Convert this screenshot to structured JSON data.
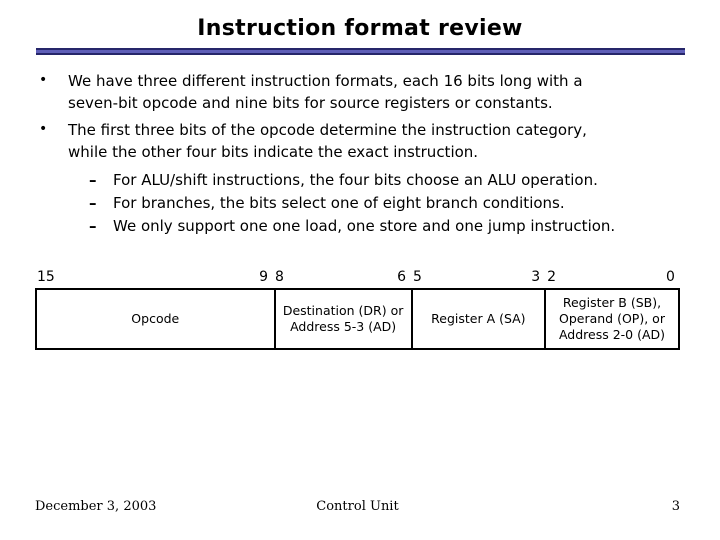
{
  "slide": {
    "title": "Instruction format review",
    "bullets": [
      {
        "level": 1,
        "marker": "•",
        "text": "We have three different instruction formats, each 16 bits long with a seven-bit opcode and nine bits for source registers or constants."
      },
      {
        "level": 1,
        "marker": "•",
        "text": "The first three bits of the opcode determine the instruction category, while the other four bits indicate the exact instruction."
      },
      {
        "level": 2,
        "marker": "–",
        "text": "For ALU/shift instructions, the four bits choose an ALU operation."
      },
      {
        "level": 2,
        "marker": "–",
        "text": "For branches, the bits select one of eight branch conditions."
      },
      {
        "level": 2,
        "marker": "–",
        "text": "We only support one one load, one store and one jump instruction."
      }
    ],
    "diagram": {
      "fields": [
        {
          "bit_high": "15",
          "bit_low": "9",
          "label": "Opcode"
        },
        {
          "bit_high": "8",
          "bit_low": "6",
          "label": "Destination (DR) or Address 5-3 (AD)"
        },
        {
          "bit_high": "5",
          "bit_low": "3",
          "label": "Register A (SA)"
        },
        {
          "bit_high": "2",
          "bit_low": "0",
          "label": "Register B (SB), Operand (OP), or Address 2-0 (AD)"
        }
      ]
    },
    "footer": {
      "date": "December 3, 2003",
      "center": "Control Unit",
      "page": "3"
    },
    "colors": {
      "rule_dark": "#26266a",
      "rule_light": "#5f5fb8",
      "text": "#000000",
      "background": "#ffffff"
    }
  }
}
